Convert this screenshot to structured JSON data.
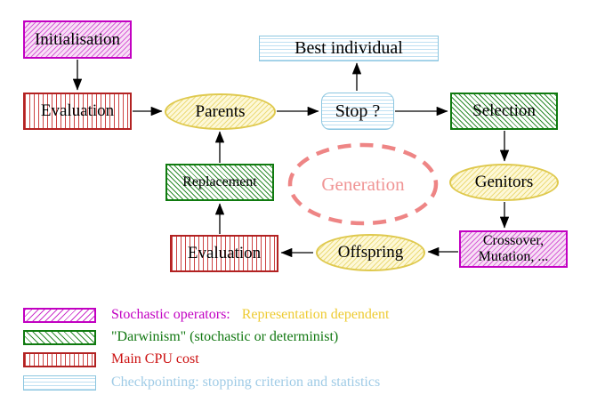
{
  "nodes": {
    "initialisation": {
      "label": "Initialisation",
      "style": "magenta-diagonal-hatch"
    },
    "evaluation_top": {
      "label": "Evaluation",
      "style": "red-vertical-lines"
    },
    "parents": {
      "label": "Parents",
      "style": "yellow-hatched-ellipse"
    },
    "stop": {
      "label": "Stop ?",
      "style": "cyan-horizontal-lines-rounded"
    },
    "best_individual": {
      "label": "Best individual",
      "style": "cyan-horizontal-lines"
    },
    "selection": {
      "label": "Selection",
      "style": "green-diagonal-hatch"
    },
    "genitors": {
      "label": "Genitors",
      "style": "yellow-hatched-ellipse"
    },
    "crossover_mutation": {
      "line1": "Crossover,",
      "line2": "Mutation, ...",
      "style": "magenta-diagonal-hatch"
    },
    "offspring": {
      "label": "Offspring",
      "style": "yellow-hatched-ellipse"
    },
    "evaluation_bottom": {
      "label": "Evaluation",
      "style": "red-vertical-lines"
    },
    "replacement": {
      "label": "Replacement",
      "style": "green-diagonal-hatch"
    },
    "generation": {
      "label": "Generation",
      "style": "salmon-dashed-ellipse"
    }
  },
  "legend": {
    "rows": [
      {
        "swatch": "magenta-diagonal-hatch",
        "label": "Stochastic operators:",
        "label2": "Representation dependent"
      },
      {
        "swatch": "green-diagonal-hatch",
        "label": "\"Darwinism\" (stochastic or determinist)"
      },
      {
        "swatch": "red-vertical-lines",
        "label": "Main CPU cost"
      },
      {
        "swatch": "cyan-horizontal-lines",
        "label": "Checkpointing: stopping criterion and statistics"
      }
    ]
  },
  "colors": {
    "magenta": "#c200c2",
    "green": "#0f7a0f",
    "red": "#b22222",
    "cyan_border": "#8cc6e0",
    "yellow_border": "#dfc94e",
    "salmon_dashed": "#ee8585",
    "generation_text": "#f09595",
    "legend_yellow_text": "#eecb32",
    "legend_cyan_text": "#9fcbe6",
    "arrow": "#000000",
    "background": "#ffffff"
  }
}
